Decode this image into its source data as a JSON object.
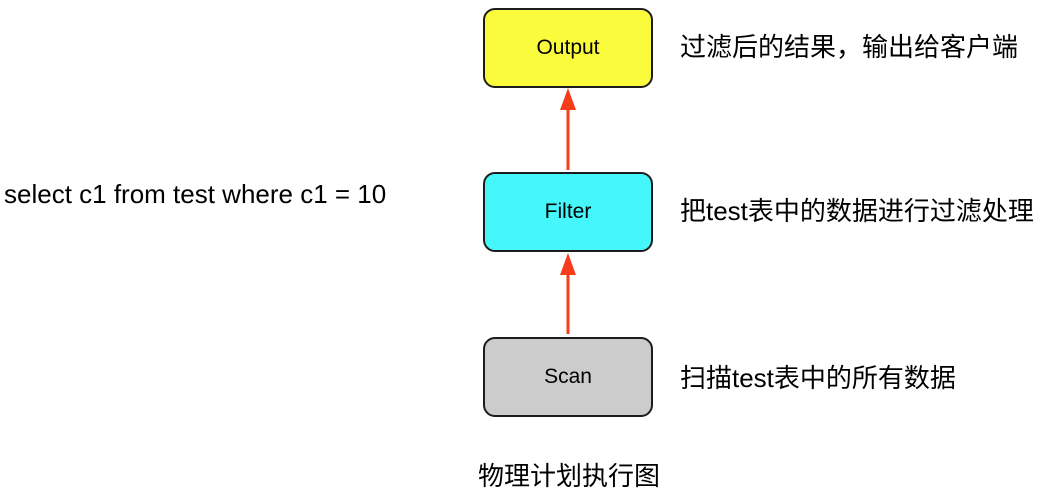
{
  "sql_query": "select c1 from test where c1 = 10",
  "diagram_title": "物理计划执行图",
  "colors": {
    "arrow": "#f53d1c",
    "node_border": "#1c1c1c",
    "output_fill": "#fbfb3e",
    "filter_fill": "#45f6fa",
    "scan_fill": "#cccccc",
    "text": "#000000",
    "background": "#ffffff"
  },
  "nodes": [
    {
      "id": "output",
      "label": "Output",
      "fill": "#fbfb3e",
      "annotation": "过滤后的结果，输出给客户端"
    },
    {
      "id": "filter",
      "label": "Filter",
      "fill": "#45f6fa",
      "annotation": "把test表中的数据进行过滤处理"
    },
    {
      "id": "scan",
      "label": "Scan",
      "fill": "#cccccc",
      "annotation": "扫描test表中的所有数据"
    }
  ],
  "edges": [
    {
      "from": "scan",
      "to": "filter",
      "direction": "up"
    },
    {
      "from": "filter",
      "to": "output",
      "direction": "up"
    }
  ]
}
